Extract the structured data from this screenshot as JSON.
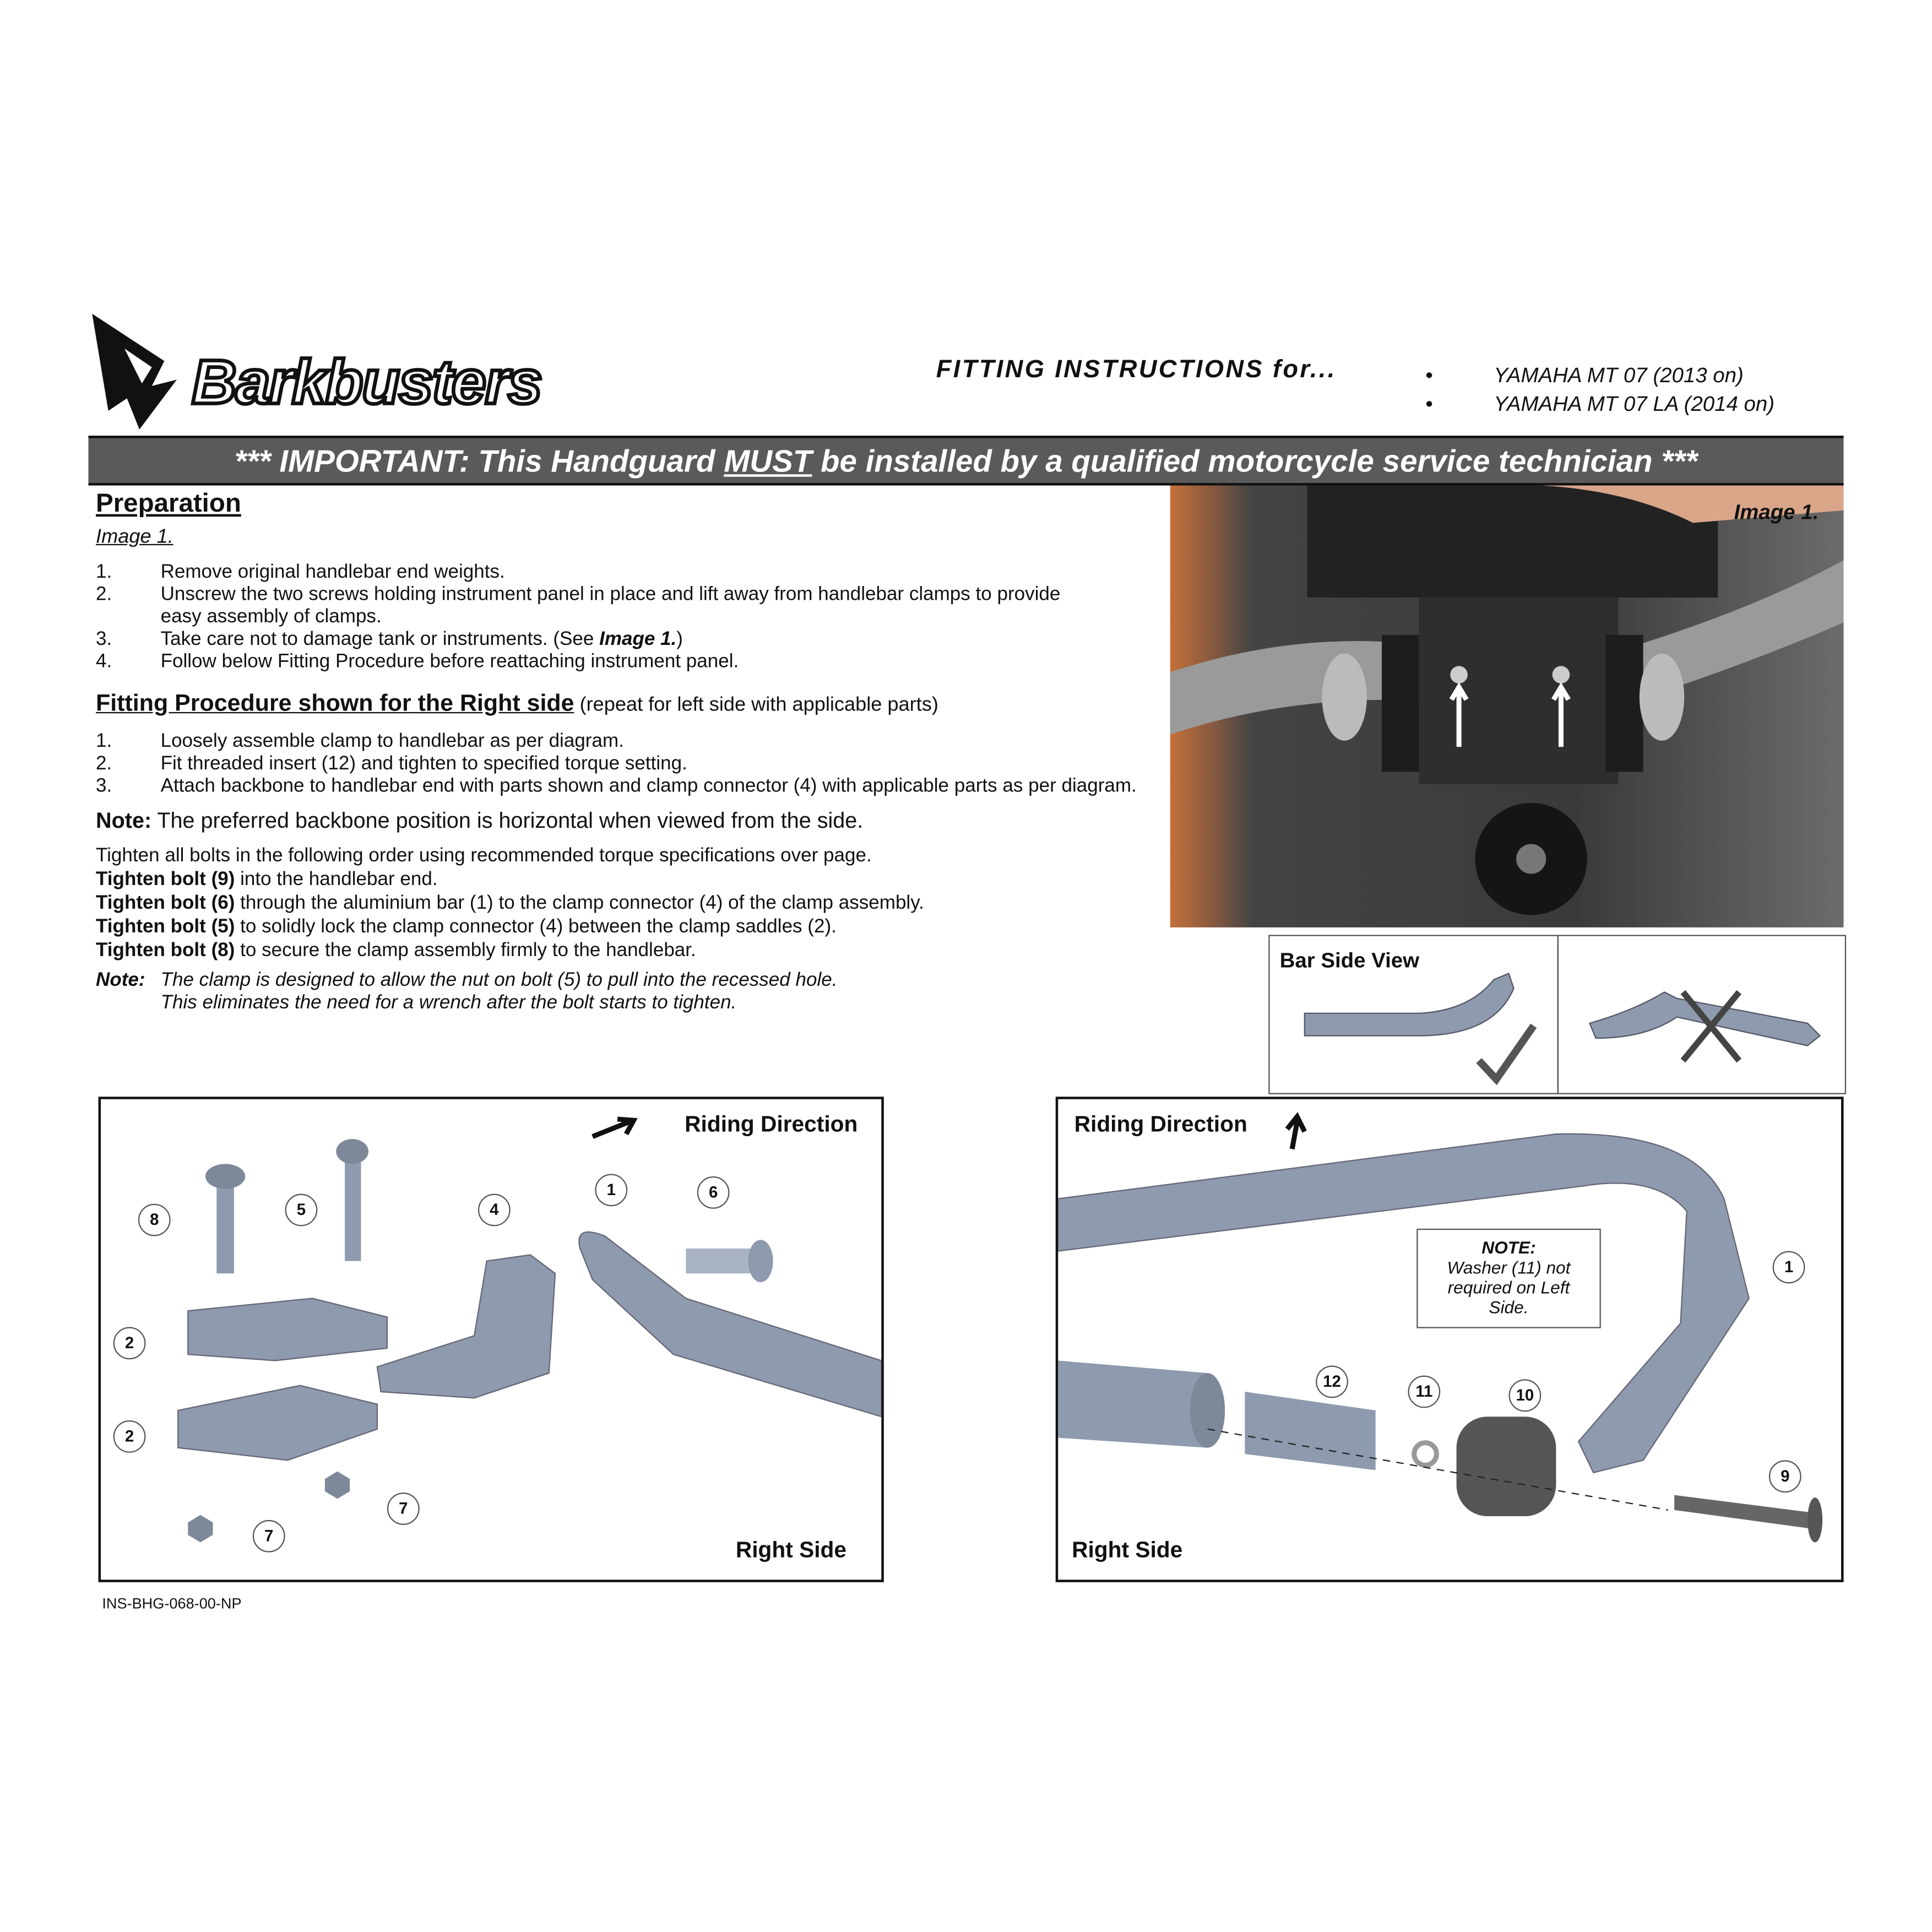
{
  "header": {
    "brand": "Barkbusters",
    "title": "FITTING INSTRUCTIONS for...",
    "models": [
      "YAMAHA MT 07 (2013 on)",
      "YAMAHA MT 07 LA (2014 on)"
    ]
  },
  "banner": {
    "pre": "*** IMPORTANT:  This Handguard ",
    "must": "MUST",
    "post": " be installed by a qualified motorcycle service technician ***"
  },
  "preparation": {
    "heading": "Preparation",
    "image_ref": "Image 1.",
    "steps": [
      {
        "n": "1.",
        "text": "Remove original handlebar end weights."
      },
      {
        "n": "2.",
        "text": "Unscrew the two screws holding instrument panel in place and lift away from handlebar clamps to provide easy assembly of clamps."
      },
      {
        "n": "3.",
        "text": "Take care not to damage tank or instruments.  (See ",
        "bold": "Image 1.",
        "tail": ")"
      },
      {
        "n": "4.",
        "text": "Follow below Fitting Procedure before reattaching instrument panel."
      }
    ]
  },
  "fitting": {
    "heading": "Fitting Procedure shown for the Right side",
    "sub": " (repeat for left side with applicable parts)",
    "steps": [
      {
        "n": "1.",
        "text": "Loosely assemble clamp to handlebar as per diagram."
      },
      {
        "n": "2.",
        "text": "Fit threaded insert (12) and tighten to specified torque setting."
      },
      {
        "n": "3.",
        "text": "Attach backbone to handlebar end with parts shown and clamp connector (4) with applicable parts as per diagram."
      }
    ],
    "note_label": "Note:",
    "note": " The preferred backbone position is horizontal when viewed from the side.",
    "tighten_intro": "Tighten all bolts in the following order using recommended torque specifications over page.",
    "tighten": [
      {
        "b": "Tighten bolt (9)",
        "t": " into the handlebar end."
      },
      {
        "b": "Tighten bolt (6)",
        "t": " through the aluminium bar (1) to the clamp connector (4) of the clamp assembly."
      },
      {
        "b": "Tighten bolt (5)",
        "t": " to solidly lock the clamp connector (4) between the clamp saddles (2)."
      },
      {
        "b": "Tighten bolt (8)",
        "t": " to secure the clamp assembly firmly to the handlebar."
      }
    ],
    "note2_label": "Note:",
    "note2_lines": [
      "The clamp is designed to allow the nut on bolt (5) to pull into the recessed hole.",
      "This eliminates the need for a wrench after the bolt starts to tighten."
    ]
  },
  "photo": {
    "label": "Image 1."
  },
  "bar_side": {
    "label": "Bar Side View"
  },
  "diagram_left": {
    "direction": "Riding Direction",
    "side": "Right Side",
    "callouts": [
      "8",
      "5",
      "4",
      "1",
      "6",
      "2",
      "2",
      "7",
      "7"
    ]
  },
  "diagram_right": {
    "direction": "Riding Direction",
    "side": "Right Side",
    "callouts": [
      "1",
      "12",
      "11",
      "10",
      "9"
    ],
    "note_title": "NOTE:",
    "note_text": "Washer (11) not required on Left Side."
  },
  "doc_code": "INS-BHG-068-00-NP",
  "colors": {
    "banner": "#5a5a5a",
    "part": "#8e9aad"
  }
}
